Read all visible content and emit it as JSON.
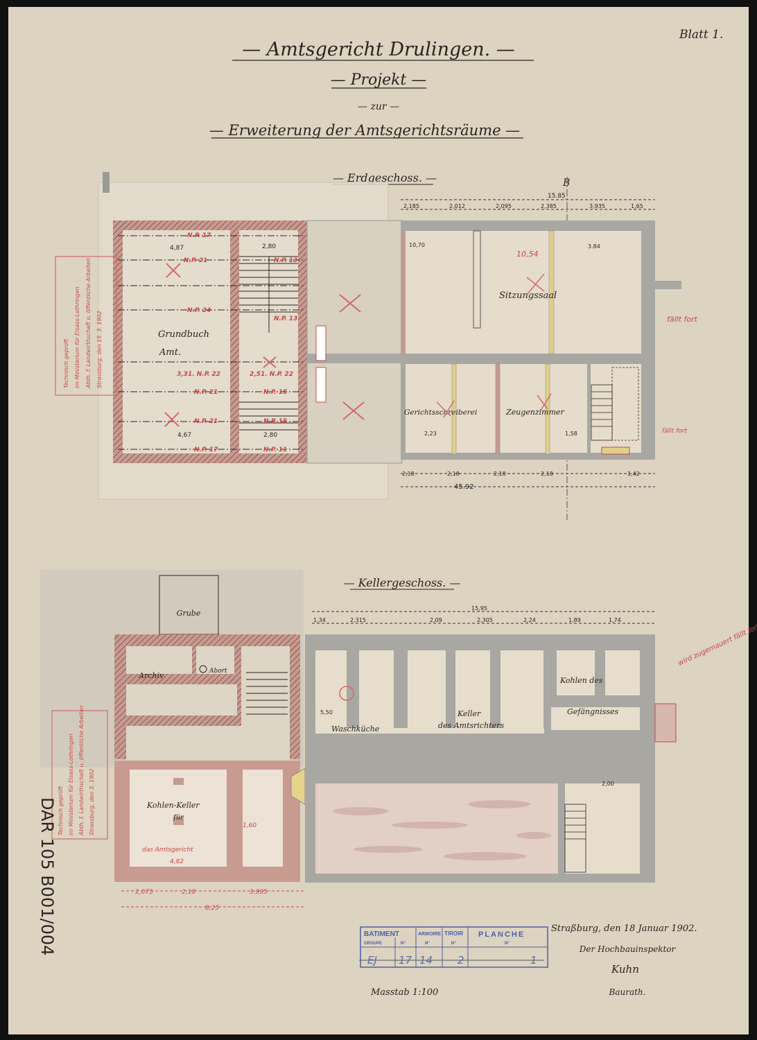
{
  "sheet": {
    "label": "Blatt 1."
  },
  "title": {
    "line1": "— Amtsgericht Drulingen. —",
    "line2": "— Projekt —",
    "line3": "— zur —",
    "line4": "— Erweiterung der Amtsgerichtsräume —"
  },
  "ground_floor": {
    "heading": "— Erdgeschoss. —",
    "rooms": {
      "grundbuch": "Grundbuch",
      "amt": "Amt.",
      "sitzungssaal": "Sitzungssaal",
      "gerichtsschreiberei": "Gerichtsschreiberei",
      "zeugenzimmer": "Zeugenzimmer"
    },
    "dims": {
      "overall_top": "15.85",
      "seg1": "2,185",
      "seg2": "2,012",
      "seg3": "2,095",
      "seg4": "2,385",
      "seg5": "3,935",
      "seg6": "1,65",
      "room_width": "10,54",
      "d384": "3.84",
      "d1070": "10,70",
      "d487": "4,87",
      "d280a": "2,80",
      "d467": "4,67",
      "d280b": "2,80",
      "d223": "2,23",
      "d158": "1,58",
      "overall_bottom": "45.92",
      "b1": "2,18",
      "b2": "2,18",
      "b3": "2,18",
      "b4": "2,18",
      "b5": "1,42"
    },
    "levels": [
      "N.P. 17",
      "N.P. 21",
      "N.P. 24",
      "3,31. N.P. 22",
      "N.P. 21",
      "N.P. 21",
      "N.P. 17",
      "N.P. 13",
      "N.P. 13",
      "2,51. N.P. 22",
      "N.P. 15",
      "N.P. 15",
      "N.P. 11"
    ],
    "red_notes": {
      "faellt": "fällt fort",
      "ffort": "fällt fort"
    }
  },
  "basement": {
    "heading": "— Kellergeschoss. —",
    "rooms": {
      "grube": "Grube",
      "archiv": "Archiv",
      "abort": "Abort",
      "waschkueche": "Waschküche",
      "keller1": "Keller",
      "keller2": "des Amtsrichters",
      "kohlen1": "Kohlen des",
      "kohlen2": "Gefängnisses",
      "kohlenkeller": "Kohlen-Keller",
      "fuer": "für",
      "amtsgericht": "das Amtsgericht"
    },
    "dims": {
      "overall_top": "15,95",
      "s1": "1,34",
      "s2": "2,315",
      "s3": "2,09",
      "s4": "2,305",
      "s5": "2,24",
      "s6": "1,89",
      "s7": "1,74",
      "d550": "5,50",
      "d200": "2,00",
      "d160": "1,60",
      "d462": "4,62",
      "b1": "2,075",
      "b2": "2,18",
      "b3": "3,995",
      "b_total": "8,25"
    },
    "red_notes": {
      "note": "wird zugemauert fällt fort"
    }
  },
  "stamps": {
    "approval_1": [
      "Technisch geprüft",
      "im Ministerium für Elsass-Lothringen",
      "Abth. f. Landwirthschaft u. öffentliche Arbeiten",
      "Strassburg, den 15. 3. 1902"
    ],
    "approval_2": [
      "Technisch geprüft",
      "im Ministerium für Elsass-Lothringen",
      "Abth. f. Landwirthschaft u. öffentliche Arbeiten",
      "Strassburg, den  3. 1902"
    ]
  },
  "archive_table": {
    "headers": [
      {
        "top": "BATIMENT",
        "left": "GROUPE",
        "right": "N°"
      },
      {
        "top": "ARMOIRE",
        "sub": "N°"
      },
      {
        "top": "TIROIR",
        "sub": "N°"
      },
      {
        "top": "PLANCHE",
        "sub": "N°"
      }
    ],
    "values": [
      "EJ",
      "17",
      "14",
      "2",
      "1"
    ]
  },
  "footer": {
    "scale": "Masstab 1:100",
    "place_date": "Straßburg, den 18 Januar 1902.",
    "role": "Der Hochbauinspektor",
    "signature": "Kuhn",
    "title": "Baurath."
  },
  "archive_ref": "DAR 105 B001/004",
  "colors": {
    "paper": "#ddd3c1",
    "wall_new": "#a9a7a2",
    "wall_old": "#b78a80",
    "red_ink": "#c8484a",
    "blue_stamp": "#4a5fa8"
  }
}
